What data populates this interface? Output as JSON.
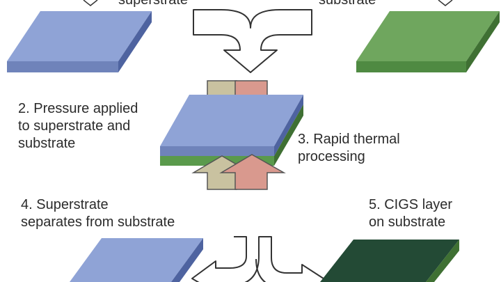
{
  "labels": {
    "step1_superstrate_partial": "superstrate",
    "step1_substrate_partial": "substrate",
    "step2": [
      "2. Pressure applied",
      "to superstrate and",
      "substrate"
    ],
    "step3": [
      "3. Rapid thermal",
      "processing"
    ],
    "step4": [
      "4. Superstrate",
      "separates from substrate"
    ],
    "step5": [
      "5. CIGS layer",
      "on substrate"
    ]
  },
  "colors": {
    "superstrate": "#8fa3d6",
    "substrate": "#69a65a",
    "cigs_layer": "#234a35",
    "pressure_tan": "#c9c2a0",
    "pressure_pink": "#d9998e"
  }
}
